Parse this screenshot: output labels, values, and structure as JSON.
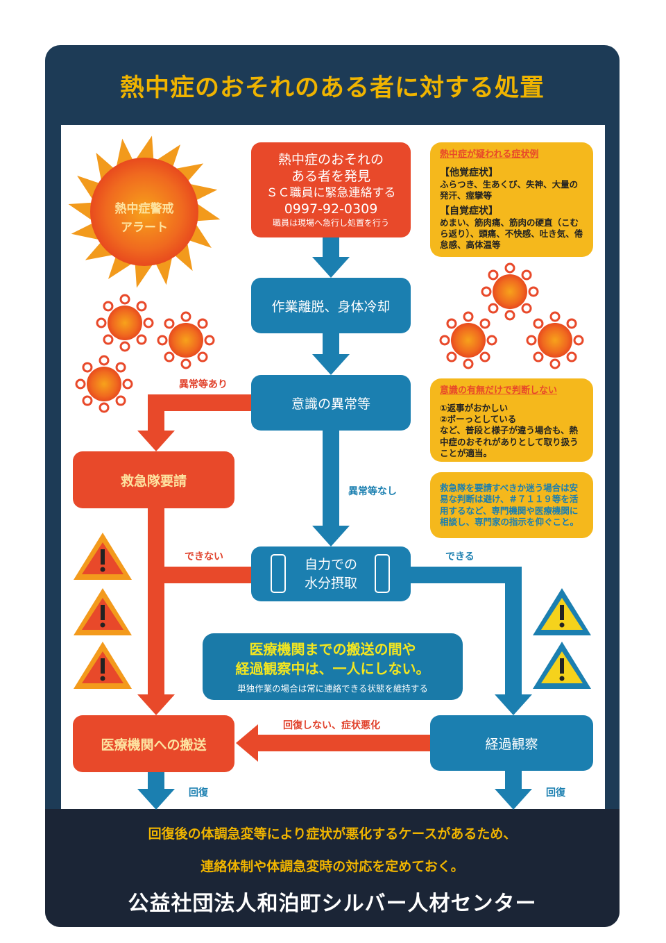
{
  "title": "熱中症のおそれのある者に対する処置",
  "sun_alert": [
    "熱中症警戒",
    "アラート"
  ],
  "discover_box": {
    "line1": "熱中症のおそれの",
    "line2": "ある者を発見",
    "line3": "ＳＣ職員に緊急連絡する",
    "phone": "0997-92-0309",
    "note": "職員は現場へ急行し処置を行う"
  },
  "step_cooling": "作業離脱、身体冷却",
  "step_consciousness": "意識の異常等",
  "step_water": [
    "自力での",
    "水分摂取"
  ],
  "step_ambulance": "救急隊要請",
  "step_transport": "医療機関への搬送",
  "step_observe": "経過観察",
  "labels": {
    "abnormal_yes": "異常等あり",
    "abnormal_no": "異常等なし",
    "cannot": "できない",
    "can": "できる",
    "not_recovered": "回復しない、症状悪化",
    "recover_left": "回復",
    "recover_right": "回復"
  },
  "symptoms_box": {
    "heading": "熱中症が疑われる症状例",
    "objective_title": "【他覚症状】",
    "objective": "ふらつき、生あくび、失神、大量の発汗、痙攣等",
    "subjective_title": "【自覚症状】",
    "subjective": "めまい、筋肉痛、筋肉の硬直（こむら返り）、頭痛、不快感、吐き気、倦怠感、高体温等"
  },
  "judgement_box": {
    "heading": "意識の有無だけで判断しない",
    "item1": "①返事がおかしい",
    "item2": "②ボーっとしている",
    "body": "など、普段と様子が違う場合も、熱中症のおそれがありとして取り扱うことが適当。"
  },
  "consult_box": "救急隊を要請すべきか迷う場合は安易な判断は避け、＃７１１９等を活用するなど、専門機関や医療機関に相談し、専門家の指示を仰ぐこと。",
  "alone_box": {
    "line1": "医療機関までの搬送の間や",
    "line2": "経過観察中は、一人にしない。",
    "note": "単独作業の場合は常に連絡できる状態を維持する"
  },
  "footer": {
    "line1": "回復後の体調急変等により症状が悪化するケースがあるため、",
    "line2": "連絡体制や体調急変時の対応を定めておく。",
    "org": "公益社団法人和泊町シルバー人材センター"
  },
  "colors": {
    "navy": "#1d3b56",
    "red": "#e8492a",
    "blue": "#1b7fb0",
    "yellow": "#f5b81c",
    "gold": "#f0b400"
  }
}
